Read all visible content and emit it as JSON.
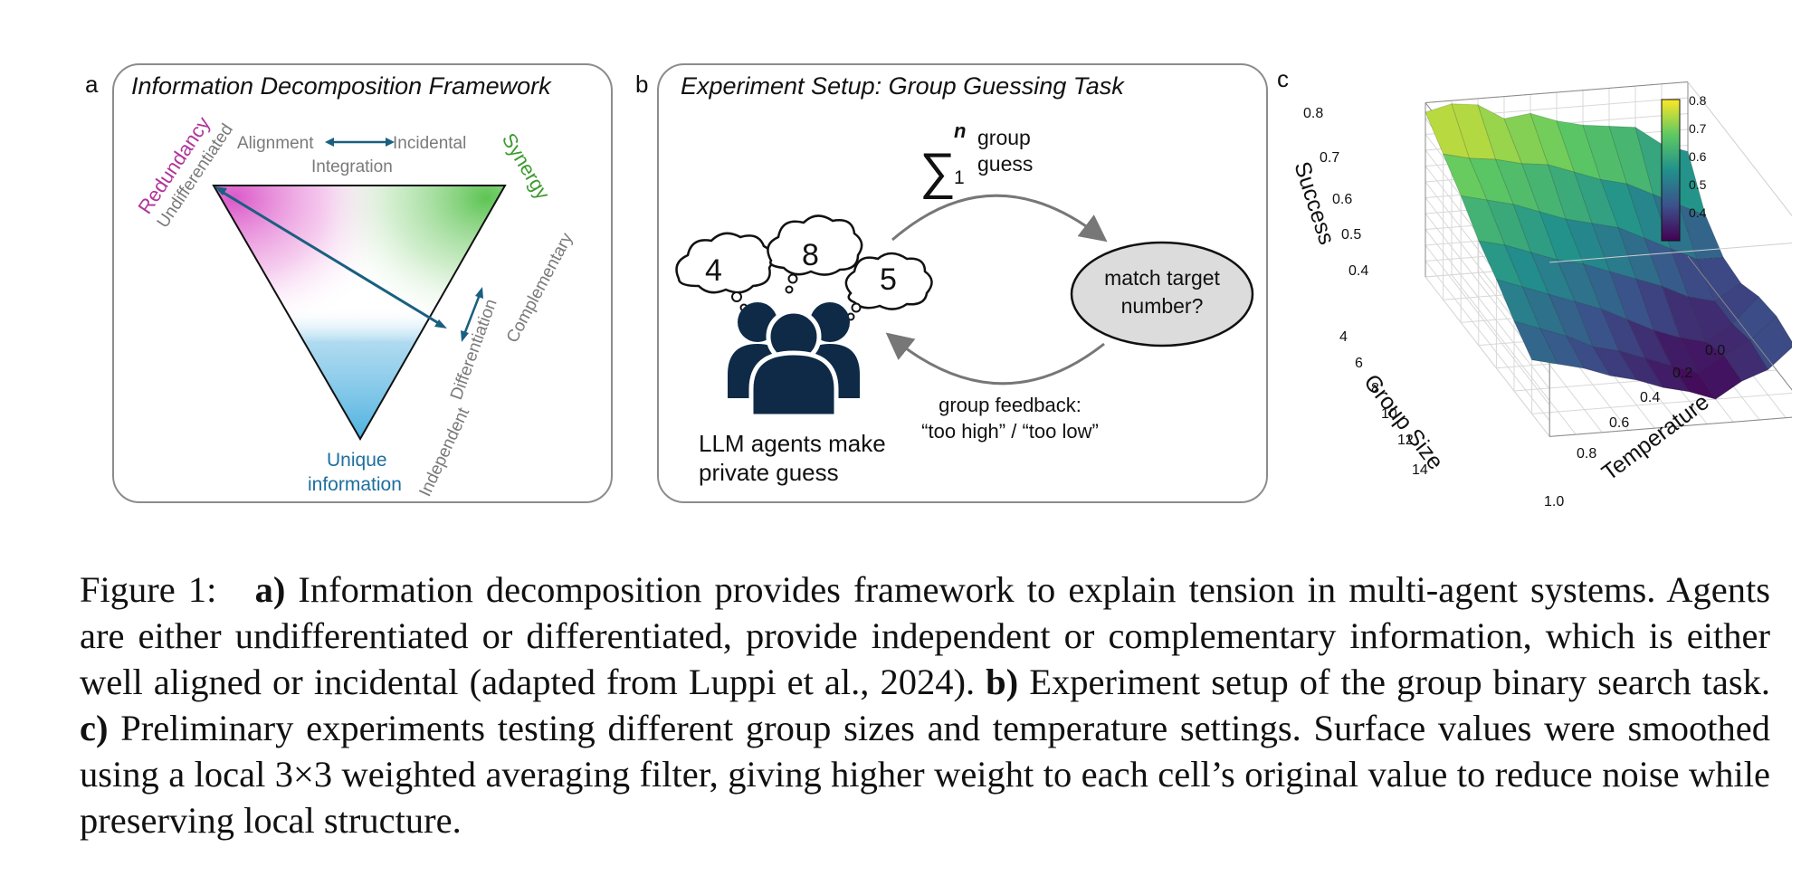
{
  "panel_a": {
    "label": "a",
    "title": "Information Decomposition Framework",
    "redundancy": "Redundancy",
    "undifferentiated": "Undifferentiated",
    "alignment": "Alignment",
    "incidental": "Incidental",
    "integration": "Integration",
    "synergy": "Synergy",
    "complementary": "Complementary",
    "differentiation": "Differentiation",
    "independent": "Independent",
    "unique_line1": "Unique",
    "unique_line2": "information",
    "colors": {
      "redundancy": "#b0359b",
      "synergy": "#3c9a2e",
      "unique": "#1d6f9e",
      "arrow": "#1a5f80"
    }
  },
  "panel_b": {
    "label": "b",
    "title": "Experiment Setup: Group Guessing Task",
    "sum_superscript": "n",
    "sum_subscript": "1",
    "sum_line1": "group",
    "sum_line2": "guess",
    "guesses": [
      "4",
      "8",
      "5"
    ],
    "oval_line1": "match target",
    "oval_line2": "number?",
    "feedback_line1": "group feedback:",
    "feedback_line2": "“too high” / “too low”",
    "agents_line1": "LLM agents make",
    "agents_line2": "private guess",
    "icon": "group-of-people-icon"
  },
  "panel_c": {
    "label": "c",
    "icon": "3d-surface-plot"
  },
  "chart_data": {
    "type": "surface",
    "title": "",
    "zlabel": "Success",
    "xlabel": "Group Size",
    "ylabel": "Temperature",
    "z_ticks": [
      "0.4",
      "0.5",
      "0.6",
      "0.7",
      "0.8"
    ],
    "group_size_ticks": [
      "4",
      "6",
      "8",
      "10",
      "12",
      "14"
    ],
    "temperature_ticks": [
      "0.0",
      "0.2",
      "0.4",
      "0.6",
      "0.8",
      "1.0"
    ],
    "colorbar_ticks": [
      "0.8",
      "0.7",
      "0.6",
      "0.5",
      "0.4"
    ],
    "colormap": "viridis",
    "zlim": [
      0.3,
      0.85
    ],
    "group_sizes": [
      2,
      4,
      6,
      8,
      10,
      12,
      14
    ],
    "temperatures": [
      0.0,
      0.1,
      0.2,
      0.3,
      0.4,
      0.5,
      0.6,
      0.7,
      0.8,
      0.9,
      1.0
    ],
    "success": [
      [
        0.82,
        0.84,
        0.83,
        0.78,
        0.79,
        0.76,
        0.74,
        0.73,
        0.72,
        0.66,
        0.63
      ],
      [
        0.76,
        0.74,
        0.73,
        0.71,
        0.7,
        0.67,
        0.64,
        0.62,
        0.58,
        0.54,
        0.5
      ],
      [
        0.7,
        0.68,
        0.66,
        0.63,
        0.6,
        0.58,
        0.56,
        0.52,
        0.48,
        0.44,
        0.44
      ],
      [
        0.63,
        0.61,
        0.58,
        0.55,
        0.53,
        0.5,
        0.47,
        0.44,
        0.4,
        0.38,
        0.43
      ],
      [
        0.58,
        0.55,
        0.52,
        0.49,
        0.46,
        0.42,
        0.38,
        0.35,
        0.33,
        0.38,
        0.46
      ],
      [
        0.52,
        0.49,
        0.46,
        0.42,
        0.4,
        0.37,
        0.34,
        0.31,
        0.36,
        0.4,
        0.47
      ],
      [
        0.47,
        0.45,
        0.43,
        0.4,
        0.38,
        0.35,
        0.33,
        0.3,
        0.35,
        0.38,
        0.45
      ]
    ]
  },
  "caption": {
    "prefix": "Figure 1:",
    "a_label": "a)",
    "a_text": " Information decomposition provides framework to explain tension in multi-agent systems. Agents are either undifferentiated or differentiated, provide independent or complementary information, which is either well aligned or incidental (adapted from Luppi et al., 2024). ",
    "b_label": "b)",
    "b_text": " Experiment setup of the group binary search task. ",
    "c_label": "c)",
    "c_text": " Preliminary experiments testing different group sizes and temperature settings. Surface values were smoothed using a local 3×3 weighted averaging filter, giving higher weight to each cell’s original value to reduce noise while preserving local structure."
  }
}
